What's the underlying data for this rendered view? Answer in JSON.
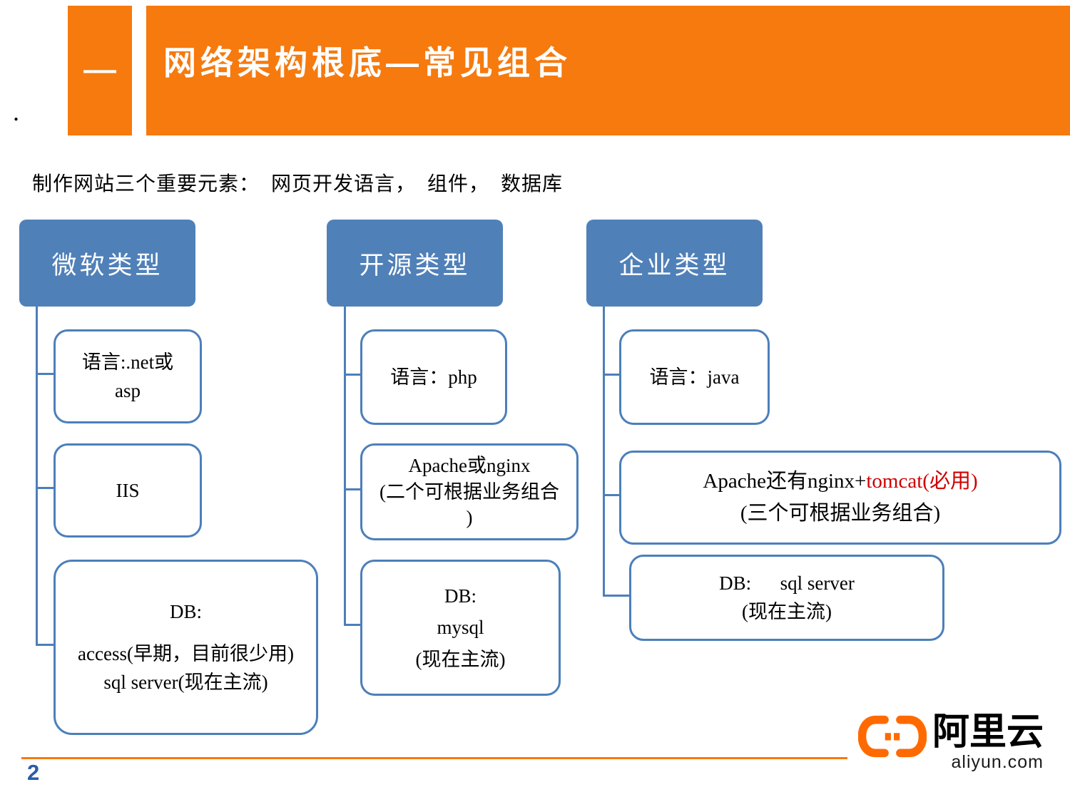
{
  "header": {
    "number": "一",
    "title": "网络架构根底—常见组合",
    "stray_dot": "."
  },
  "intro": "制作网站三个重要元素：  网页开发语言，  组件，  数据库",
  "diagram": {
    "microsoft": {
      "header": "微软类型",
      "box1": {
        "line1": "语言:.net或",
        "line2": "asp"
      },
      "box2": {
        "line1": "IIS"
      },
      "box3": {
        "line1": "DB:",
        "line2": "access(早期，目前很少用)",
        "line3": "sql server(现在主流)"
      }
    },
    "opensource": {
      "header": "开源类型",
      "box1": {
        "line1": "语言：php"
      },
      "box2": {
        "line1": "Apache或nginx",
        "line2": "(二个可根据业务组合",
        "line3": ")"
      },
      "box3": {
        "line1": "DB:",
        "line2": "mysql",
        "line3": "(现在主流)"
      }
    },
    "enterprise": {
      "header": "企业类型",
      "box1": {
        "line1": "语言：java"
      },
      "box2": {
        "line1_black": "Apache还有nginx+",
        "line1_red": "tomcat(必用)",
        "line2": "(三个可根据业务组合)"
      },
      "box3": {
        "line1": "DB:      sql server",
        "line2": "(现在主流)"
      }
    }
  },
  "footer": {
    "page_number": "2",
    "brand": "阿里云",
    "brand_domain": "aliyun.com"
  },
  "colors": {
    "accent_orange": "#F67A0E",
    "shape_blue": "#5080B8",
    "line_blue": "#4C7FBA",
    "highlight_red": "#D00000",
    "logo_orange": "#FF6A00",
    "page_number_blue": "#2A5CAA"
  }
}
